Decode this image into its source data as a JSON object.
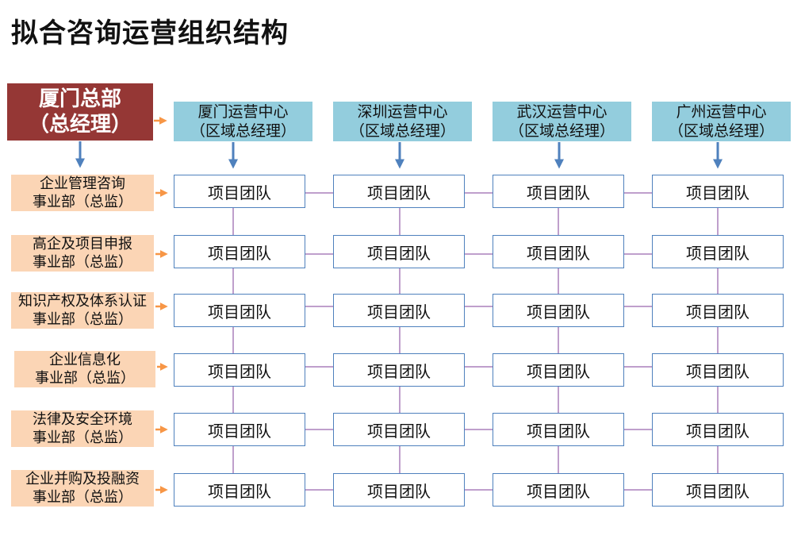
{
  "title": "拟合咨询运营组织结构",
  "headquarters": {
    "line1": "厦门总部",
    "line2": "（总经理）"
  },
  "centers": [
    {
      "name": "厦门运营中心",
      "role": "（区域总经理）"
    },
    {
      "name": "深圳运营中心",
      "role": "（区域总经理）"
    },
    {
      "name": "武汉运营中心",
      "role": "（区域总经理）"
    },
    {
      "name": "广州运营中心",
      "role": "（区域总经理）"
    }
  ],
  "departments": [
    {
      "name": "企业管理咨询",
      "role": "事业部（总监）"
    },
    {
      "name": "高企及项目申报",
      "role": "事业部（总监）"
    },
    {
      "name": "知识产权及体系认证",
      "role": "事业部（总监）"
    },
    {
      "name": "企业信息化",
      "role": "事业部（总监）"
    },
    {
      "name": "法律及安全环境",
      "role": "事业部（总监）"
    },
    {
      "name": "企业并购及投融资",
      "role": "事业部（总监）"
    }
  ],
  "team_label": "项目团队",
  "colors": {
    "headquarters": "#953735",
    "center": "#93cddd",
    "department": "#fbd5b5",
    "team_border": "#4f81bd",
    "blue_arrow": "#4f81bd",
    "orange_arrow": "#f79646",
    "connector": "#7f3f98"
  }
}
